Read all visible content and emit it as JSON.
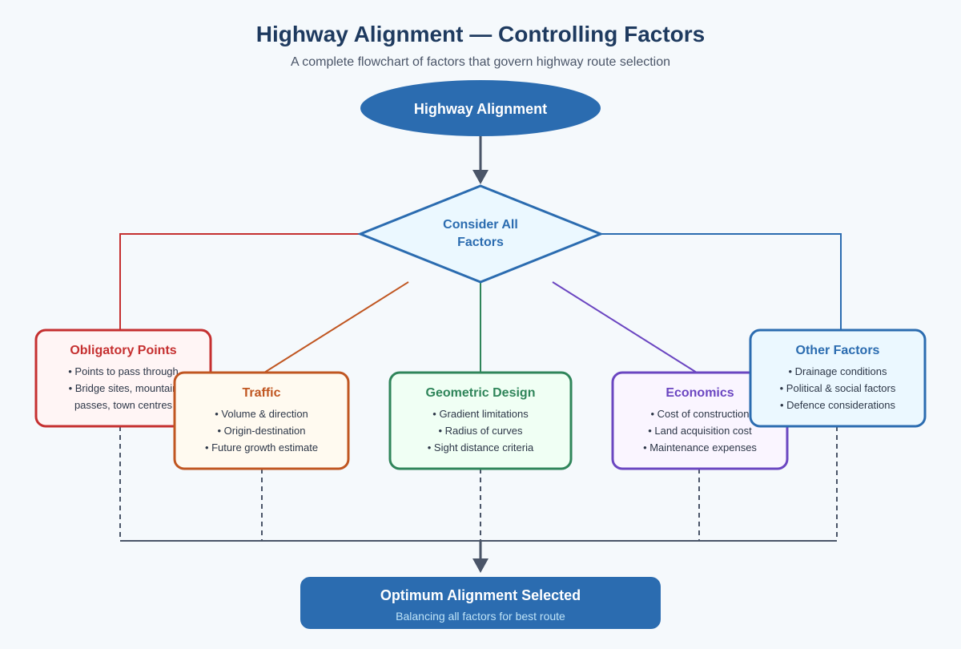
{
  "header": {
    "title": "Highway Alignment — Controlling Factors",
    "subtitle": "A complete flowchart of factors that govern highway route selection"
  },
  "start": {
    "label": "Highway Alignment",
    "color": "#2b6cb0"
  },
  "decision": {
    "line1": "Consider All",
    "line2": "Factors"
  },
  "factors": [
    {
      "title": "Obligatory Points",
      "color": "#c53030",
      "fill": "#fff5f5",
      "items": [
        "• Points to pass through",
        "• Bridge sites, mountain",
        "passes, town centres"
      ]
    },
    {
      "title": "Traffic",
      "color": "#c05621",
      "fill": "#fffaf0",
      "items": [
        "• Volume & direction",
        "• Origin-destination",
        "• Future growth estimate"
      ]
    },
    {
      "title": "Geometric Design",
      "color": "#2f855a",
      "fill": "#f0fff4",
      "items": [
        "• Gradient limitations",
        "• Radius of curves",
        "• Sight distance criteria"
      ]
    },
    {
      "title": "Economics",
      "color": "#6b46c1",
      "fill": "#faf5ff",
      "items": [
        "• Cost of construction",
        "• Land acquisition cost",
        "• Maintenance expenses"
      ]
    },
    {
      "title": "Other Factors",
      "color": "#2b6cb0",
      "fill": "#ebf8ff",
      "items": [
        "• Drainage conditions",
        "• Political & social factors",
        "• Defence considerations"
      ]
    }
  ],
  "result": {
    "title": "Optimum Alignment Selected",
    "subtitle": "Balancing all factors for best route"
  }
}
